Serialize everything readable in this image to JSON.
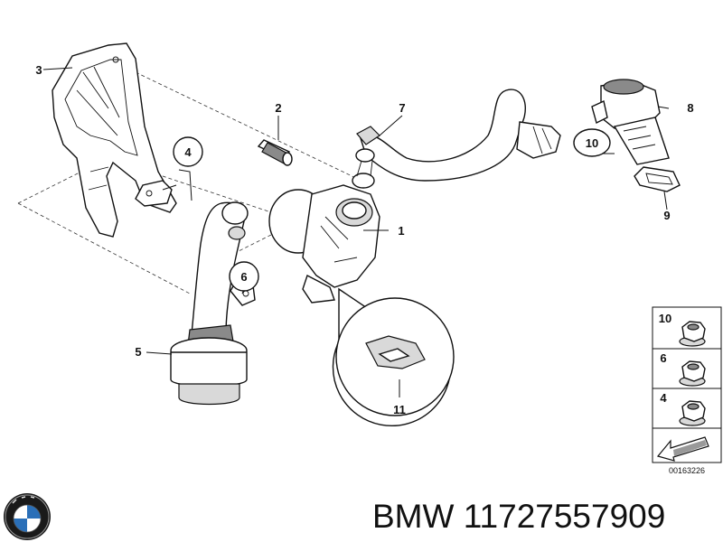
{
  "parts": {
    "p1": "1",
    "p2": "2",
    "p3": "3",
    "p4": "4",
    "p5": "5",
    "p6": "6",
    "p7": "7",
    "p8": "8",
    "p9": "9",
    "p10": "10",
    "p11": "11"
  },
  "legend": {
    "items": [
      {
        "label": "10",
        "icon": "hex-flange-nut-icon"
      },
      {
        "label": "6",
        "icon": "hex-flange-nut-icon"
      },
      {
        "label": "4",
        "icon": "hex-flange-nut-icon"
      }
    ]
  },
  "diagram_code": "00163226",
  "caption": "BMW 11727557909",
  "brand_logo": "bmw-roundel-icon"
}
